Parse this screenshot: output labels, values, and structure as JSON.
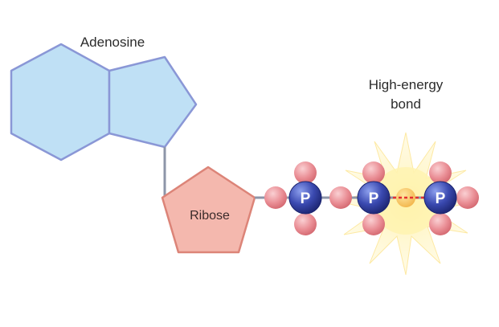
{
  "diagram": {
    "labels": {
      "adenosine": "Adenosine",
      "ribose": "Ribose",
      "bond_line1": "High-energy",
      "bond_line2": "bond"
    },
    "phosphate_symbol": "P",
    "colors": {
      "adenosine_fill": "#bfe0f5",
      "adenosine_stroke": "#8a97d6",
      "ribose_fill": "#f4b8ae",
      "ribose_stroke": "#dc8478",
      "phosphate_fill": "#2f3e9e",
      "oxygen_fill": "#e6868e",
      "connector": "#8d95a8",
      "bond_dashes": "#e53030",
      "burst_fill": "#fff6c4",
      "burst_core": "#ffe58a"
    }
  }
}
